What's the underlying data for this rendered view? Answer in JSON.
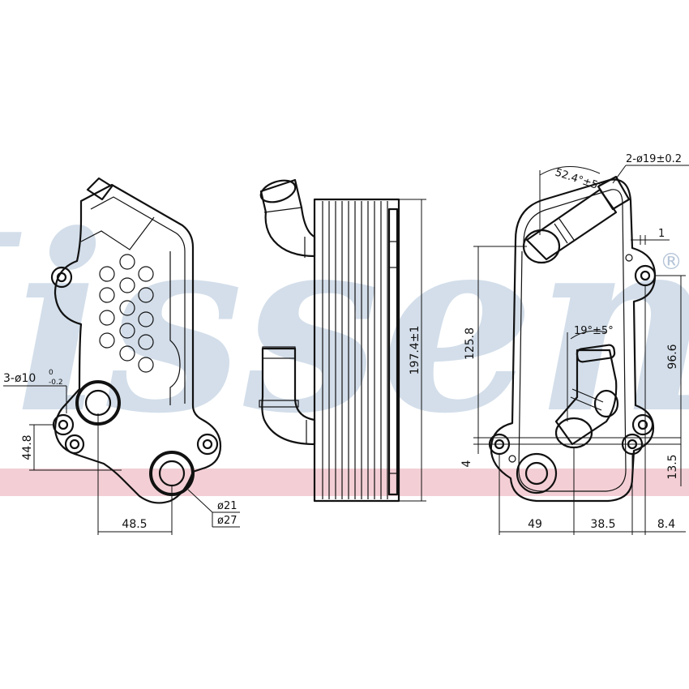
{
  "watermark": {
    "brand": "Nissens",
    "registered_mark": "®",
    "watermark_color": "#c9d6e6",
    "band_color": "#f3cfd5"
  },
  "front_view": {
    "label_holes": "3-ø10",
    "hole_tol_upper": "0",
    "hole_tol_lower": "-0.2",
    "dim_height": "44.8",
    "dim_width": "48.5",
    "port_inner": "ø21",
    "port_outer": "ø27"
  },
  "side_view": {
    "dim_height": "197.4±1"
  },
  "rear_view": {
    "label_pipes": "2-ø19±0.2",
    "angle_top": "52.4°±5°",
    "angle_pipe": "19°±5°",
    "dim_thickness": "1",
    "dim_height": "125.8",
    "dim_right_height": "96.6",
    "dim_offset": "4",
    "dim_bottom_right": "13.5",
    "dim_w1": "49",
    "dim_w2": "38.5",
    "dim_w3": "8.4"
  }
}
